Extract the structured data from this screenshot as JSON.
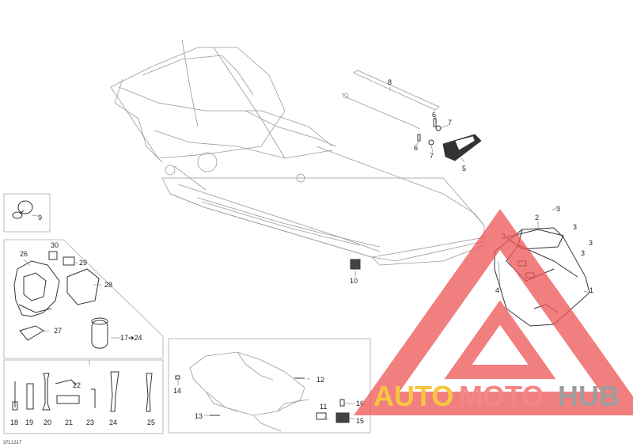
{
  "diagram": {
    "code": "37L1317",
    "callouts": {
      "c1": "1",
      "c2": "2",
      "c3a": "3",
      "c3b": "3",
      "c3c": "3",
      "c3d": "3",
      "c3e": "3",
      "c4": "4",
      "c5": "5",
      "c6a": "6",
      "c6b": "6",
      "c7a": "7",
      "c7b": "7",
      "c8": "8",
      "c9": "9",
      "c10": "10",
      "c11": "11",
      "c12": "12",
      "c13": "13",
      "c14": "14",
      "c15": "15",
      "c16": "16",
      "c17": "17➔24",
      "c18": "18",
      "c19": "19",
      "c20": "20",
      "c21": "21",
      "c22": "22",
      "c23": "23",
      "c24": "24",
      "c25": "25",
      "c26": "26",
      "c27": "27",
      "c28": "28",
      "c29": "29",
      "c30": "30"
    }
  },
  "watermark": {
    "auto": "AUTO",
    "moto": "MOTO",
    "hub": "HUB",
    "colors": {
      "auto": "#f5b400",
      "moto": "#f05f5f",
      "hub": "#7d7d7d",
      "triangle": "#ee5555"
    }
  }
}
